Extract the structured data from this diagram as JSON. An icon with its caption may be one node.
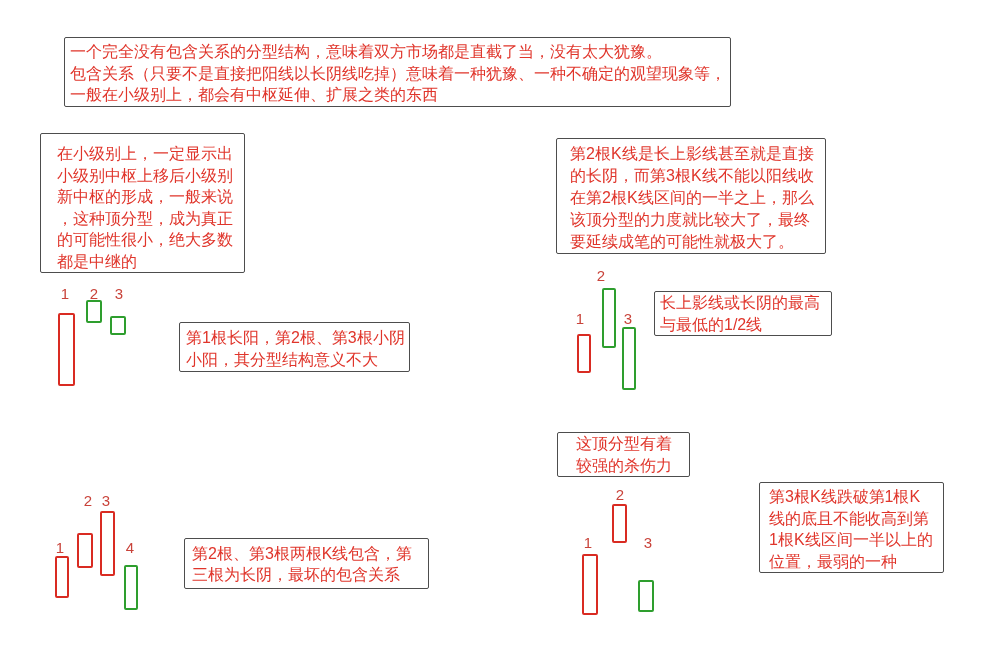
{
  "diagram": {
    "nodes": [
      {
        "text": [
          "一个完全没有包含关系的分型结构，意味着双方市场都是直截了当，没有太大犹豫。",
          "包含关系（只要不是直接把阳线以长阴线吃掉）意味着一种犹豫、一种不确定的观望现象等，一般在小级别上，都会有中枢延伸、扩展之类的东西"
        ]
      },
      {
        "text": [
          "在小级别上，一定显示出小级别中枢上移后小级别新中枢的形成，一般来说，这种顶分型，成为真正的可能性很小，绝大多数都是中继的"
        ]
      },
      {
        "text": [
          "第2根K线是长上影线甚至就是直接的长阴，而第3根K线不能以阳线收在第2根K线区间的一半之上，那么该顶分型的力度就比较大了，最终要延续成笔的可能性就极大了。"
        ]
      },
      {
        "text": [],
        "shape": "bar"
      },
      {
        "text": [],
        "shape": "bar"
      },
      {
        "text": [],
        "shape": "bar"
      },
      {
        "text": [
          "第1根长阳，第2根、第3根小阴小阳，其分型结构意义不大"
        ]
      },
      {
        "text": [],
        "shape": "bar"
      },
      {
        "text": [],
        "shape": "bar"
      },
      {
        "text": [],
        "shape": "bar"
      },
      {
        "text": [
          "长上影线或长阴的最高与最低的1/2线"
        ]
      },
      {
        "text": [
          "这顶分型有着较强的杀伤力"
        ]
      },
      {
        "text": [],
        "shape": "bar"
      },
      {
        "text": [],
        "shape": "bar"
      },
      {
        "text": [],
        "shape": "bar"
      },
      {
        "text": [],
        "shape": "bar"
      },
      {
        "text": [
          "第2根、第3根两根K线包含，第三根为长阴，最坏的包含关系"
        ]
      },
      {
        "text": [],
        "shape": "bar"
      },
      {
        "text": [],
        "shape": "bar"
      },
      {
        "text": [],
        "shape": "bar"
      },
      {
        "text": [
          "第3根K线跌破第1根K线的底且不能收高到第1根K线区间一半以上的位置，最弱的一种"
        ]
      }
    ],
    "labels": [
      "1",
      "2",
      "3",
      "1",
      "2",
      "3",
      "1",
      "2",
      "3",
      "4",
      "1",
      "2",
      "3"
    ]
  }
}
